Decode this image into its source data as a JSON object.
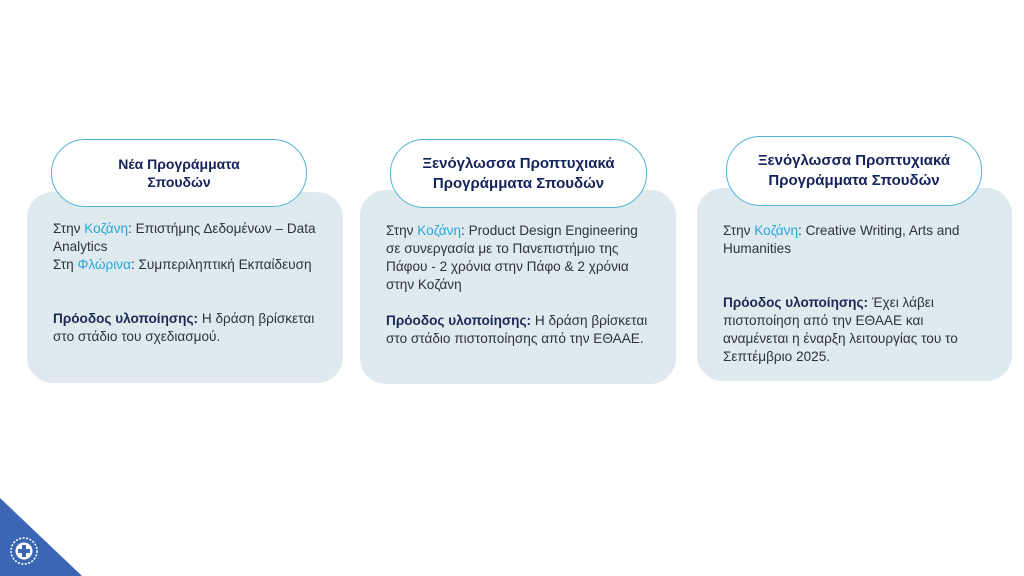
{
  "cards": [
    {
      "title": "Νέα Προγράμματα Σπουδών",
      "lines": [
        {
          "prefix": "Στην ",
          "place": "Κοζάνη",
          "text": ": Επιστήμης Δεδομένων – Data Analytics"
        },
        {
          "prefix": "Στη ",
          "place": "Φλώρινα",
          "text": ": Συμπεριληπτική Εκπαίδευση"
        }
      ],
      "progress_label": "Πρόοδος υλοποίησης:",
      "progress_text": " Η δράση βρίσκεται στο στάδιο του σχεδιασμού."
    },
    {
      "title": "Ξενόγλωσσα Προπτυχιακά Προγράμματα Σπουδών",
      "lines": [
        {
          "prefix": "Στην ",
          "place": "Κοζάνη",
          "text": ": Product Design Engineering σε συνεργασία με το Πανεπιστήμιο της Πάφου - 2 χρόνια στην Πάφο & 2 χρόνια στην Κοζάνη"
        }
      ],
      "progress_label": "Πρόοδος υλοποίησης:",
      "progress_text": " Η δράση βρίσκεται στο στάδιο πιστοποίησης από την ΕΘΑΑΕ."
    },
    {
      "title": "Ξενόγλωσσα Προπτυχιακά Προγράμματα Σπουδών",
      "lines": [
        {
          "prefix": "Στην ",
          "place": "Κοζάνη",
          "text": ": Creative Writing, Arts and Humanities"
        }
      ],
      "progress_label": "Πρόοδος υλοποίησης:",
      "progress_text": " Έχει λάβει πιστοποίηση από την ΕΘΑΑΕ και αναμένεται η έναρξη λειτουργίας του το Σεπτέμβριο 2025."
    }
  ],
  "colors": {
    "card": "#dfeaee",
    "accent": "#2aa5db",
    "navy": "#14235a",
    "corner": "#3a66b5"
  }
}
